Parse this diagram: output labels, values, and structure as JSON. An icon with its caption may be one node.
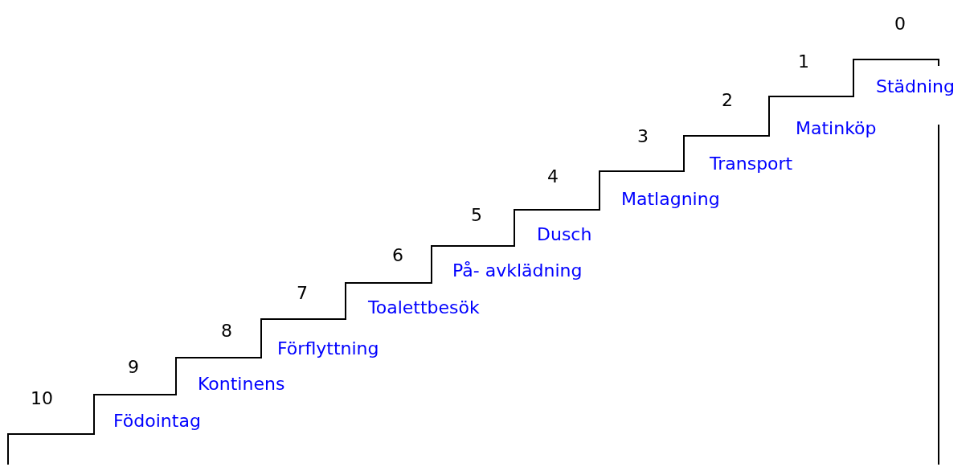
{
  "diagram": {
    "labels": [
      "0",
      "1",
      "Städning",
      "2",
      "Matinköp",
      "3",
      "Transport",
      "4",
      "Matlagning",
      "5",
      "Dusch",
      "6",
      "På- avklädning",
      "7",
      "Toalettbesök",
      "8",
      "Förflyttning",
      "9",
      "Kontinens",
      "10",
      "Födointag"
    ]
  }
}
